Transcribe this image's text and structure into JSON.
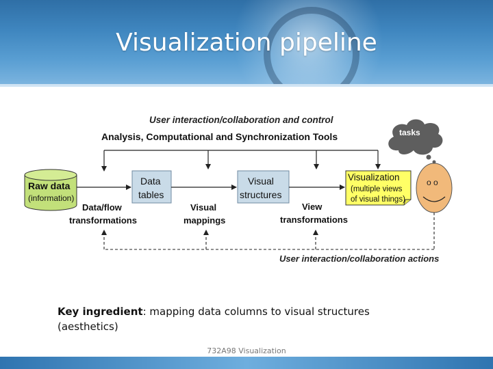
{
  "title": "Visualization pipeline",
  "diagram": {
    "top_label_1": "User interaction/collaboration and control",
    "top_label_2": "Analysis, Computational and Synchronization Tools",
    "tasks": "tasks",
    "raw_data_1": "Raw data",
    "raw_data_2": "(information)",
    "data_tables_1": "Data",
    "data_tables_2": "tables",
    "visual_structures_1": "Visual",
    "visual_structures_2": "structures",
    "visualization_1": "Visualization",
    "visualization_2": "(multiple views",
    "visualization_3": "of visual things)",
    "dataflow_1": "Data/flow",
    "dataflow_2": "transformations",
    "mappings_1": "Visual",
    "mappings_2": "mappings",
    "view_1": "View",
    "view_2": "transformations",
    "bottom_label": "User interaction/collaboration actions",
    "face_eyes": "o o"
  },
  "caption": {
    "bold": "Key ingredient",
    "text": ": mapping data columns to visual structures (aesthetics)"
  },
  "footer": "732A98 Visualization",
  "colors": {
    "box_blue": "#c9dbe8",
    "cylinder_green": "#c2e07a",
    "note_yellow": "#ffff66",
    "face": "#f1b97a",
    "cloud": "#5e5e5e"
  }
}
